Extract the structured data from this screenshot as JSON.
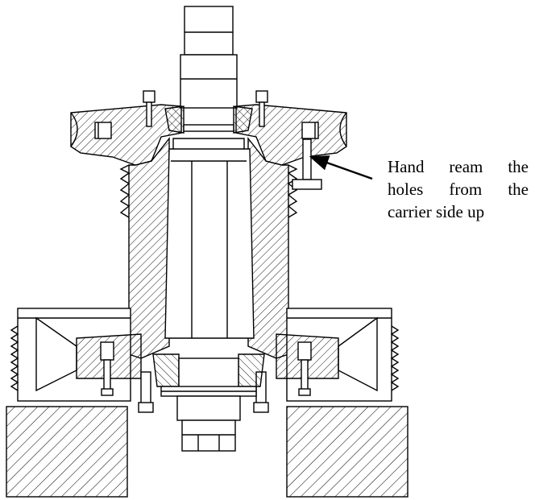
{
  "annotation": {
    "lines": [
      "Hand ream the",
      "holes from the",
      "carrier side up"
    ]
  },
  "colors": {
    "ink": "#000000",
    "paper": "#ffffff"
  }
}
